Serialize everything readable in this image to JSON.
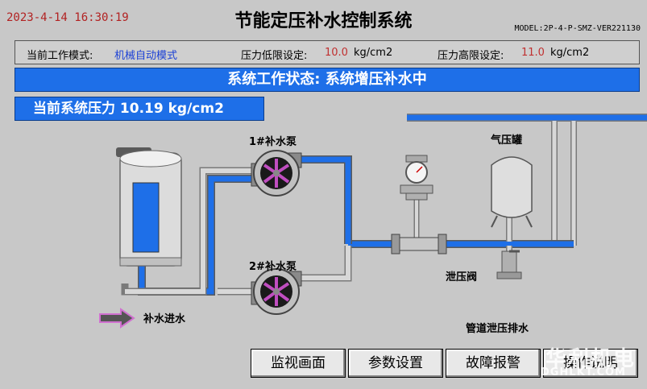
{
  "header": {
    "datetime": "2023-4-14 16:30:19",
    "title": "节能定压补水控制系统",
    "model": "MODEL:2P-4-P-SMZ-VER221130"
  },
  "info": {
    "mode_label": "当前工作模式:",
    "mode_value": "机械自动模式",
    "low_label": "压力低限设定:",
    "low_value": "10.0",
    "low_unit": "kg/cm2",
    "high_label": "压力高限设定:",
    "high_value": "11.0",
    "high_unit": "kg/cm2"
  },
  "status": {
    "text": "系统工作状态: 系统增压补水中"
  },
  "pressure": {
    "text": "当前系统压力 10.19 kg/cm2"
  },
  "diagram": {
    "pump1": "1#补水泵",
    "pump2": "2#补水泵",
    "tank": "气压罐",
    "relief_valve": "泄压阀",
    "inlet": "补水进水",
    "drain": "管道泄压排水"
  },
  "buttons": {
    "monitor": "监视画面",
    "params": "参数设置",
    "fault": "故障报警",
    "manual": "操作说明"
  },
  "watermark": {
    "main": "华利机电",
    "sub": "DGHLKT.COM"
  },
  "colors": {
    "pipe_blue": "#1e6fe8",
    "pipe_gray": "#d8d8d8",
    "background": "#c8c8c8"
  }
}
